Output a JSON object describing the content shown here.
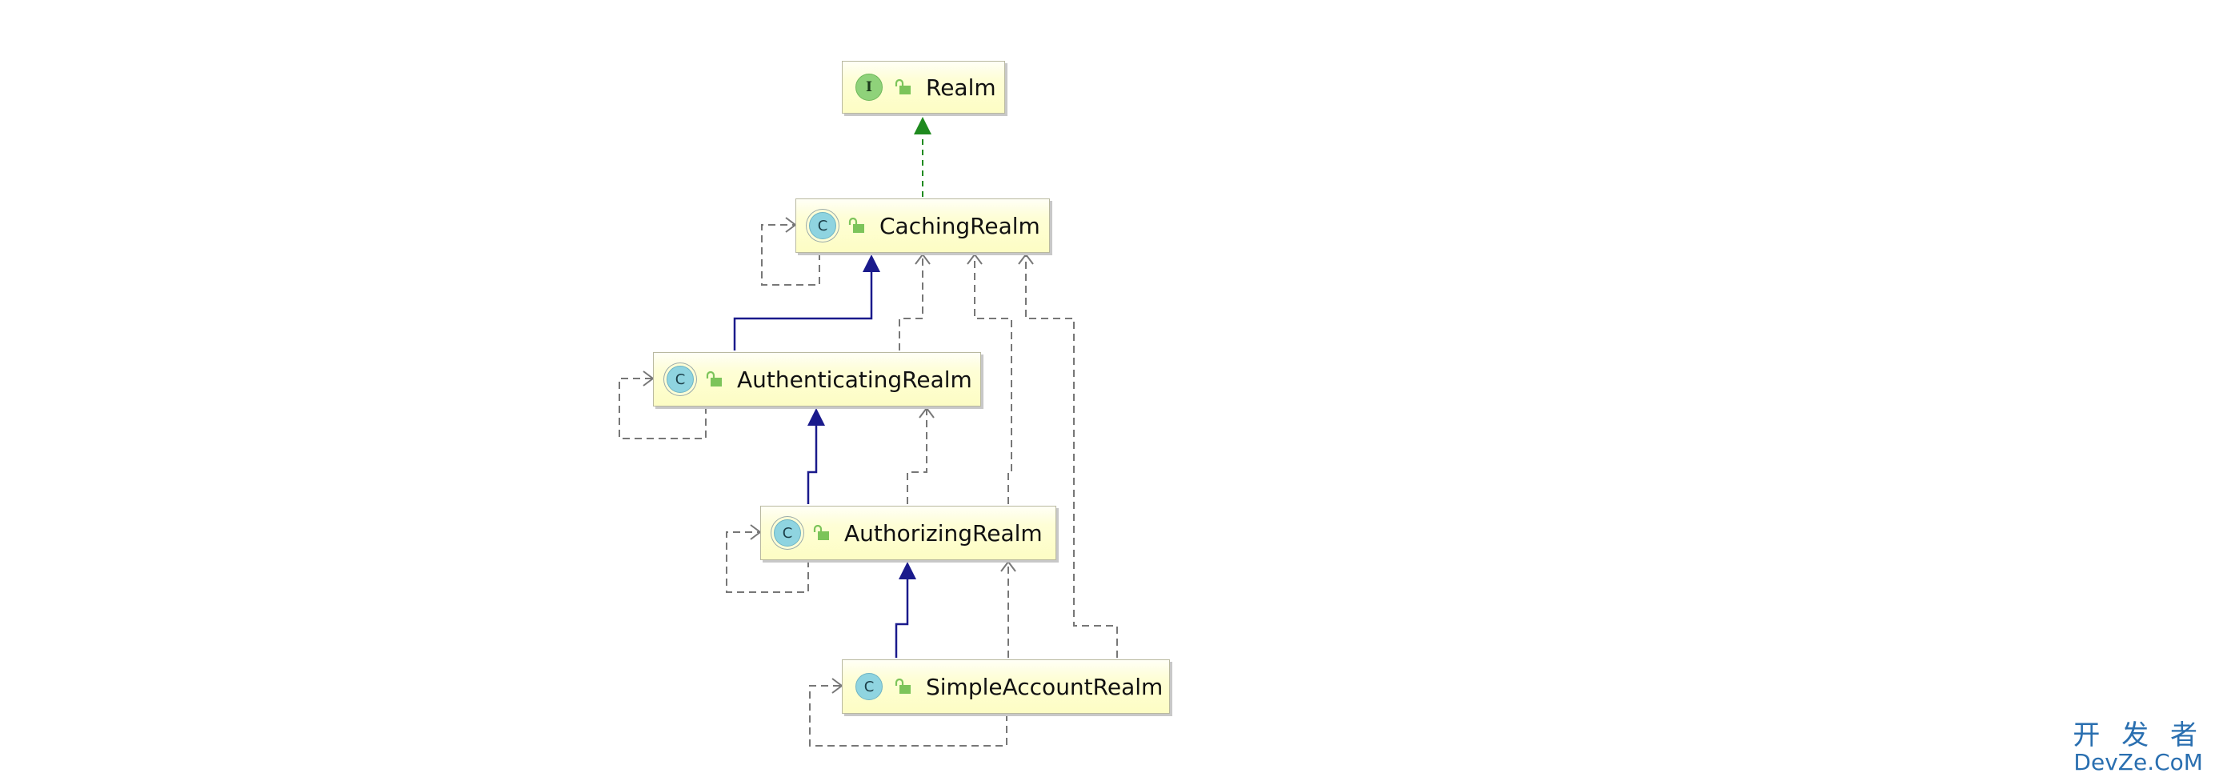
{
  "diagram": {
    "nodes": [
      {
        "id": "realm",
        "kind": "interface",
        "badge": "I",
        "label": "Realm"
      },
      {
        "id": "caching",
        "kind": "abstract-class",
        "badge": "C",
        "label": "CachingRealm"
      },
      {
        "id": "authenticating",
        "kind": "abstract-class",
        "badge": "C",
        "label": "AuthenticatingRealm"
      },
      {
        "id": "authorizing",
        "kind": "abstract-class",
        "badge": "C",
        "label": "AuthorizingRealm"
      },
      {
        "id": "simpleaccount",
        "kind": "class",
        "badge": "C",
        "label": "SimpleAccountRealm"
      }
    ],
    "edges": [
      {
        "from": "caching",
        "to": "realm",
        "type": "implements"
      },
      {
        "from": "authenticating",
        "to": "caching",
        "type": "extends"
      },
      {
        "from": "authorizing",
        "to": "authenticating",
        "type": "extends"
      },
      {
        "from": "simpleaccount",
        "to": "authorizing",
        "type": "extends"
      },
      {
        "from": "caching",
        "to": "caching",
        "type": "dependency"
      },
      {
        "from": "authenticating",
        "to": "authenticating",
        "type": "dependency"
      },
      {
        "from": "authorizing",
        "to": "authorizing",
        "type": "dependency"
      },
      {
        "from": "simpleaccount",
        "to": "simpleaccount",
        "type": "dependency"
      },
      {
        "from": "authenticating",
        "to": "caching",
        "type": "dependency"
      },
      {
        "from": "authorizing",
        "to": "authenticating",
        "type": "dependency"
      },
      {
        "from": "authorizing",
        "to": "caching",
        "type": "dependency"
      },
      {
        "from": "simpleaccount",
        "to": "authorizing",
        "type": "dependency"
      },
      {
        "from": "simpleaccount",
        "to": "caching",
        "type": "dependency"
      }
    ],
    "colors": {
      "implements": "#1f8a1f",
      "extends": "#1a1a8c",
      "dependency": "#666666"
    }
  },
  "watermark": {
    "line1": "开 发 者",
    "line2": "DevZe.CoM"
  }
}
